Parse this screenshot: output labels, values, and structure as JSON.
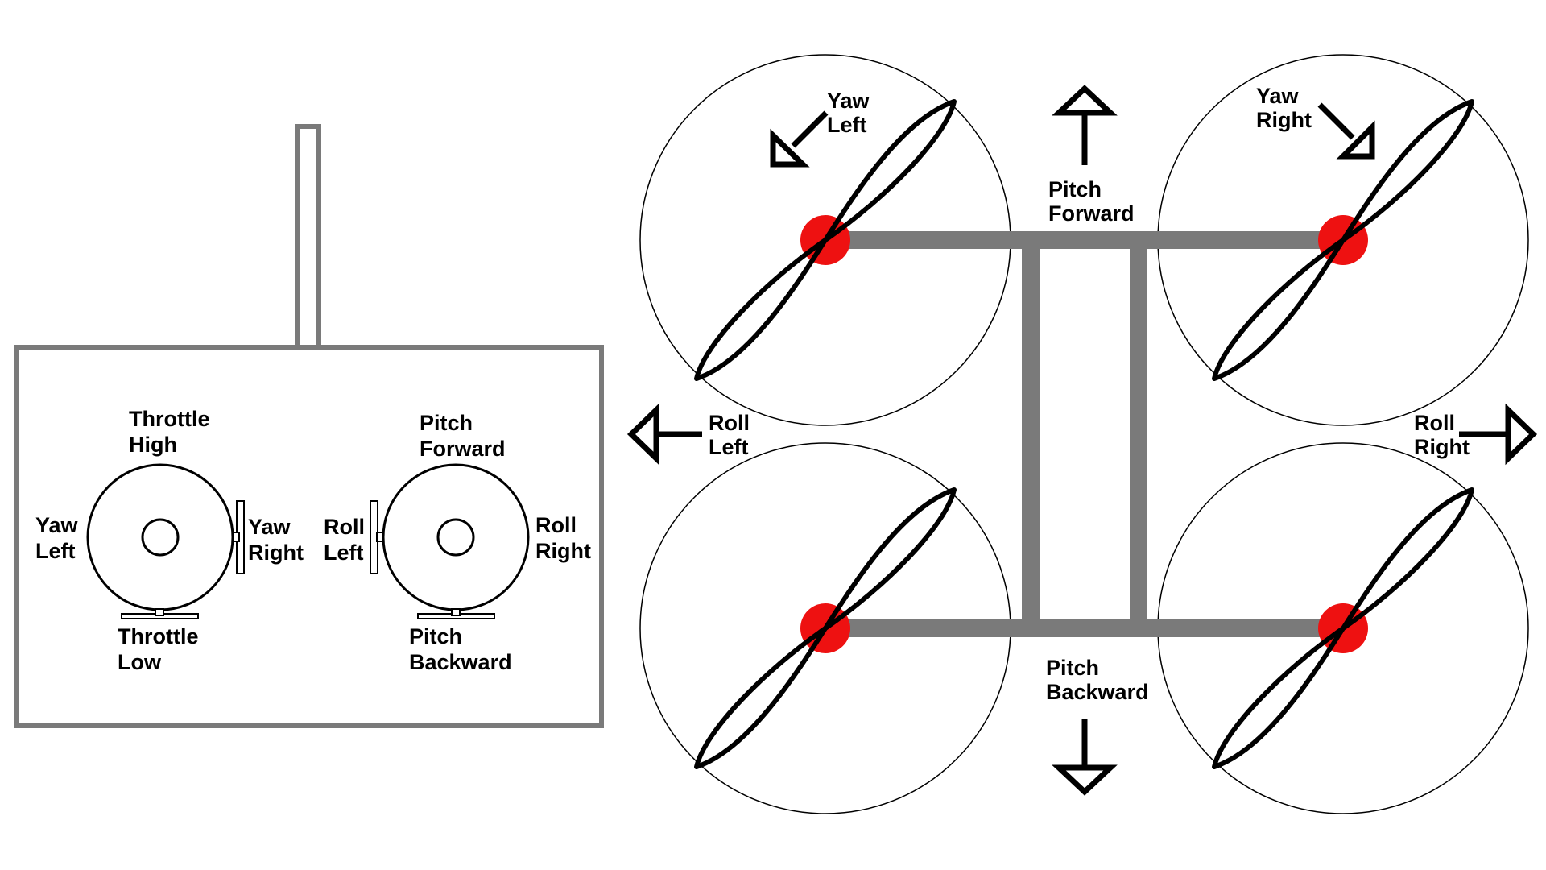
{
  "colors": {
    "frame": "#7a7a7a",
    "hub": "#ee1111",
    "ink": "#000000",
    "background": "#ffffff"
  },
  "controller": {
    "left_stick": {
      "top": [
        "Throttle",
        "High"
      ],
      "bottom": [
        "Throttle",
        "Low"
      ],
      "left": [
        "Yaw",
        "Left"
      ],
      "right": [
        "Yaw",
        "Right"
      ]
    },
    "right_stick": {
      "top": [
        "Pitch",
        "Forward"
      ],
      "bottom": [
        "Pitch",
        "Backward"
      ],
      "left": [
        "Roll",
        "Left"
      ],
      "right": [
        "Roll",
        "Right"
      ]
    }
  },
  "drone": {
    "yaw_left": [
      "Yaw",
      "Left"
    ],
    "yaw_right": [
      "Yaw",
      "Right"
    ],
    "pitch_forward": [
      "Pitch",
      "Forward"
    ],
    "pitch_backward": [
      "Pitch",
      "Backward"
    ],
    "roll_left": [
      "Roll",
      "Left"
    ],
    "roll_right": [
      "Roll",
      "Right"
    ]
  }
}
